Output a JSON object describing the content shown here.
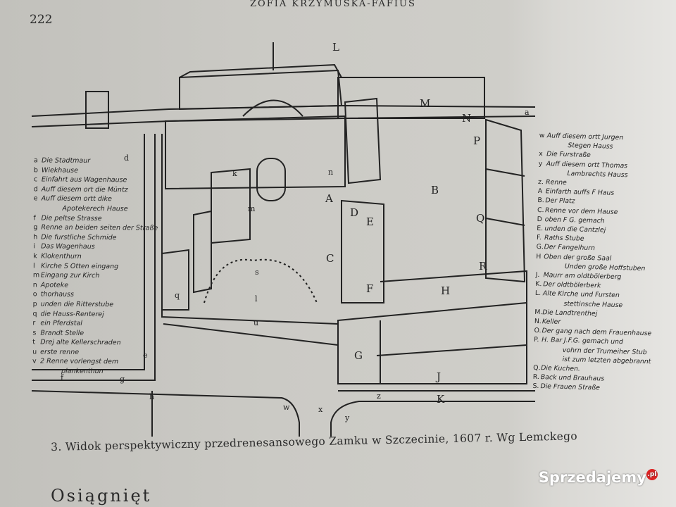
{
  "page_number": "222",
  "running_head": "ZOFIA KRZYMUSKA-FAFIUS",
  "caption": "3. Widok perspektywiczny przedrenesansowego Zamku w Szczecinie, 1607 r. Wg Lemckego",
  "next_text": "Osiągnięt",
  "watermark": "Sprzedajemy",
  "watermark_suffix": ".pl",
  "legend_left": [
    {
      "key": "a",
      "text": "Die Stadtmaur"
    },
    {
      "key": "b",
      "text": "Wiekhause"
    },
    {
      "key": "c",
      "text": "Einfahrt aus Wagenhause"
    },
    {
      "key": "d",
      "text": "Auff diesem ort die Müntz"
    },
    {
      "key": "e",
      "text": "Auff diesem ortt dike"
    },
    {
      "key": "",
      "text": "Apotekerech Hause"
    },
    {
      "key": "f",
      "text": "Die peltse Strasse"
    },
    {
      "key": "g",
      "text": "Renne an beiden seiten der Straße"
    },
    {
      "key": "h",
      "text": "Die furstliche Schmide"
    },
    {
      "key": "i",
      "text": "Das Wagenhaus"
    },
    {
      "key": "k",
      "text": "Klokenthurn"
    },
    {
      "key": "l",
      "text": "Kirche S Otten eingang"
    },
    {
      "key": "m",
      "text": "Eingang zur Kirch"
    },
    {
      "key": "n",
      "text": "Apoteke"
    },
    {
      "key": "o",
      "text": "thorhauss"
    },
    {
      "key": "p",
      "text": "unden die Ritterstube"
    },
    {
      "key": "q",
      "text": "die Hauss-Renterej"
    },
    {
      "key": "r",
      "text": "ein Pferdstal"
    },
    {
      "key": "s",
      "text": "Brandt Stelle"
    },
    {
      "key": "t",
      "text": "Drej alte Kellerschraden"
    },
    {
      "key": "u",
      "text": "erste renne"
    },
    {
      "key": "v",
      "text": "2 Renne vorlengst dem"
    },
    {
      "key": "",
      "text": "plankenthun"
    }
  ],
  "legend_right": [
    {
      "key": "w",
      "text": "Auff diesem ortt Jurgen"
    },
    {
      "key": "",
      "text": "Stegen Hauss"
    },
    {
      "key": "x",
      "text": "Die Furstraße"
    },
    {
      "key": "y",
      "text": "Auff diesem ortt Thomas"
    },
    {
      "key": "",
      "text": "Lambrechts Hauss"
    },
    {
      "key": "z.",
      "text": "Renne"
    },
    {
      "key": "A",
      "text": "Einfarth auffs F Haus"
    },
    {
      "key": "B.",
      "text": "Der Platz"
    },
    {
      "key": "C.",
      "text": "Renne vor dem Hause"
    },
    {
      "key": "D",
      "text": "oben F G. gemach"
    },
    {
      "key": "E.",
      "text": "unden die Cantzlej"
    },
    {
      "key": "F.",
      "text": "Raths Stube"
    },
    {
      "key": "G.",
      "text": "Der Fangelhurn"
    },
    {
      "key": "H",
      "text": "Oben der große Saal"
    },
    {
      "key": "",
      "text": "Unden große Hoffstuben"
    },
    {
      "key": "J.",
      "text": "Maurr am oldtbölerberg"
    },
    {
      "key": "K.",
      "text": "Der oldtbölerberk"
    },
    {
      "key": "L.",
      "text": "Alte Kirche und Fursten"
    },
    {
      "key": "",
      "text": "stettinsche Hause"
    },
    {
      "key": "M.",
      "text": "Die Landtrenthej"
    },
    {
      "key": "N.",
      "text": "Keller"
    },
    {
      "key": "O.",
      "text": "Der gang nach dem Frauenhause"
    },
    {
      "key": "P.",
      "text": "H. Bar J.F.G. gemach und"
    },
    {
      "key": "",
      "text": "vohrn der Trumeiher Stub"
    },
    {
      "key": "",
      "text": "ist zum letzten abgebrannt"
    },
    {
      "key": "Q.",
      "text": "Die Kuchen."
    },
    {
      "key": "R.",
      "text": "Back und Brauhaus"
    },
    {
      "key": "S.",
      "text": "Die Frauen Straße"
    }
  ],
  "diagram_labels": {
    "L": "L",
    "M": "M",
    "N": "N",
    "P": "P",
    "A": "A",
    "B": "B",
    "C": "C",
    "D": "D",
    "E": "E",
    "F": "F",
    "G": "G",
    "H": "H",
    "J": "J",
    "K": "K",
    "Q": "Q",
    "R": "R",
    "a": "a",
    "d": "d",
    "e": "e",
    "f": "f",
    "g": "g",
    "h": "h",
    "k": "k",
    "l": "l",
    "m": "m",
    "n": "n",
    "q": "q",
    "s": "s",
    "u": "u",
    "w": "w",
    "x": "x",
    "y": "y",
    "z": "z"
  }
}
